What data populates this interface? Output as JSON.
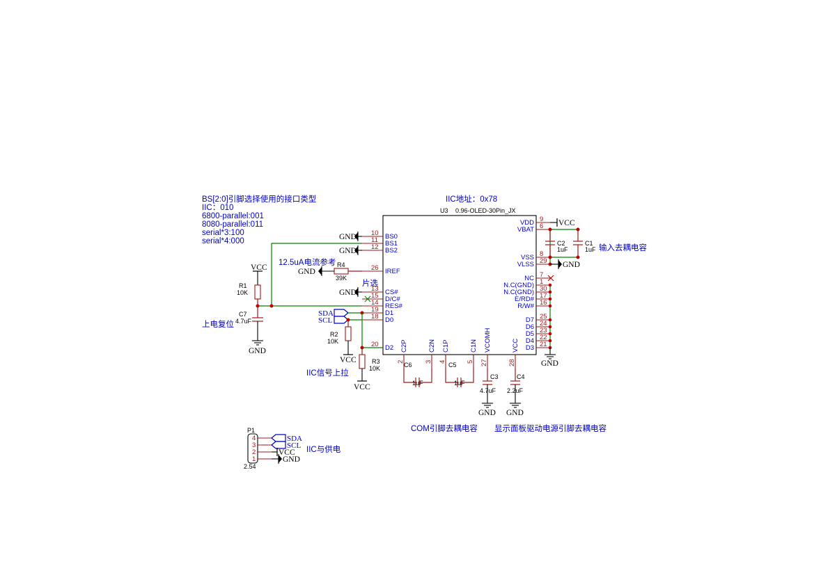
{
  "annotations": {
    "bs_title": "BS[2:0]引脚选择使用的接口类型",
    "bs_iic": "IIC：010",
    "bs_6800": "6800-parallel:001",
    "bs_8080": "8080-parallel:011",
    "bs_serial3": "serial*3:100",
    "bs_serial4": "serial*4:000",
    "iic_addr": "IIC地址：0x78",
    "iref_note": "12.5uA电流参考",
    "cs_note": "片选",
    "reset_note": "上电复位",
    "pullup_note": "IIC信号上拉",
    "input_cap_note": "输入去耦电容",
    "com_cap_note": "COM引脚去耦电容",
    "panel_cap_note": "显示面板驱动电源引脚去耦电容",
    "iic_power_note": "IIC与供电"
  },
  "u3": {
    "ref": "U3",
    "value": "0.96-OLED-30Pin_JX",
    "left_pins": [
      {
        "num": "10",
        "name": "BS0"
      },
      {
        "num": "11",
        "name": "BS1"
      },
      {
        "num": "12",
        "name": "BS2"
      },
      {
        "num": "26",
        "name": "IREF"
      },
      {
        "num": "13",
        "name": "CS#"
      },
      {
        "num": "15",
        "name": "D/C#"
      },
      {
        "num": "14",
        "name": "RES#"
      },
      {
        "num": "19",
        "name": "D1"
      },
      {
        "num": "18",
        "name": "D0"
      },
      {
        "num": "20",
        "name": "D2"
      }
    ],
    "right_pins": [
      {
        "num": "9",
        "name": "VDD"
      },
      {
        "num": "6",
        "name": "VBAT"
      },
      {
        "num": "8",
        "name": "VSS"
      },
      {
        "num": "29",
        "name": "VLSS"
      },
      {
        "num": "7",
        "name": "NC"
      },
      {
        "num": "1",
        "name": "N.C(GND)"
      },
      {
        "num": "30",
        "name": "N.C(GND)"
      },
      {
        "num": "17",
        "name": "E/RD#"
      },
      {
        "num": "16",
        "name": "R/W#"
      },
      {
        "num": "25",
        "name": "D7"
      },
      {
        "num": "24",
        "name": "D6"
      },
      {
        "num": "23",
        "name": "D5"
      },
      {
        "num": "22",
        "name": "D4"
      },
      {
        "num": "21",
        "name": "D3"
      }
    ],
    "bottom_pins": [
      {
        "num": "2",
        "name": "C2P"
      },
      {
        "num": "3",
        "name": "C2N"
      },
      {
        "num": "4",
        "name": "C1P"
      },
      {
        "num": "5",
        "name": "C1N"
      },
      {
        "num": "27",
        "name": "VCOMH"
      },
      {
        "num": "28",
        "name": "VCC"
      }
    ]
  },
  "components": {
    "r1": {
      "ref": "R1",
      "value": "10K"
    },
    "r2": {
      "ref": "R2",
      "value": "10K"
    },
    "r3": {
      "ref": "R3",
      "value": "10K"
    },
    "r4": {
      "ref": "R4",
      "value": "39K"
    },
    "c1": {
      "ref": "C1",
      "value": "1uF"
    },
    "c2": {
      "ref": "C2",
      "value": "1uF"
    },
    "c3": {
      "ref": "C3",
      "value": "4.7uF"
    },
    "c4": {
      "ref": "C4",
      "value": "2.2uF"
    },
    "c5": {
      "ref": "C5",
      "value": "1uF"
    },
    "c6": {
      "ref": "C6",
      "value": "1uF"
    },
    "c7": {
      "ref": "C7",
      "value": "4.7uF"
    },
    "p1": {
      "ref": "P1",
      "value": "2.54",
      "pins": [
        "4",
        "3",
        "2",
        "1"
      ]
    }
  },
  "nets": {
    "gnd": "GND",
    "vcc": "VCC",
    "sda": "SDA",
    "scl": "SCL"
  },
  "colors": {
    "wire": "#008000",
    "label": "#0000c8",
    "pin": "#a01818",
    "junction": "#c00000"
  }
}
